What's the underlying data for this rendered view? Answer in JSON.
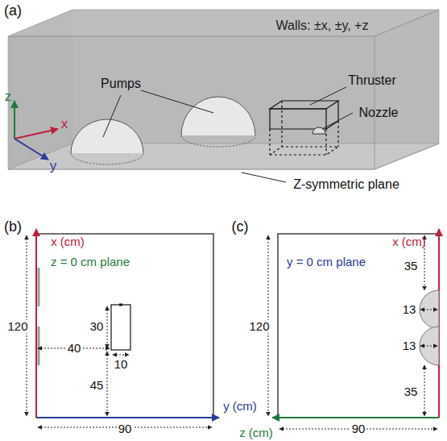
{
  "diagram": {
    "labels": [
      "(a)",
      "Walls: ±x, ±y, +z",
      "z",
      "x",
      "y",
      "Pumps",
      "Thruster",
      "Nozzle",
      "Z-symmetric plane",
      "(b)",
      "x (cm)",
      "z = 0 cm plane",
      "120",
      "30",
      "40",
      "10",
      "45",
      "y (cm)",
      "90",
      "(c)",
      "x (cm)",
      "y = 0 cm plane",
      "35",
      "13",
      "120",
      "13",
      "35",
      "z (cm)",
      "90"
    ]
  }
}
